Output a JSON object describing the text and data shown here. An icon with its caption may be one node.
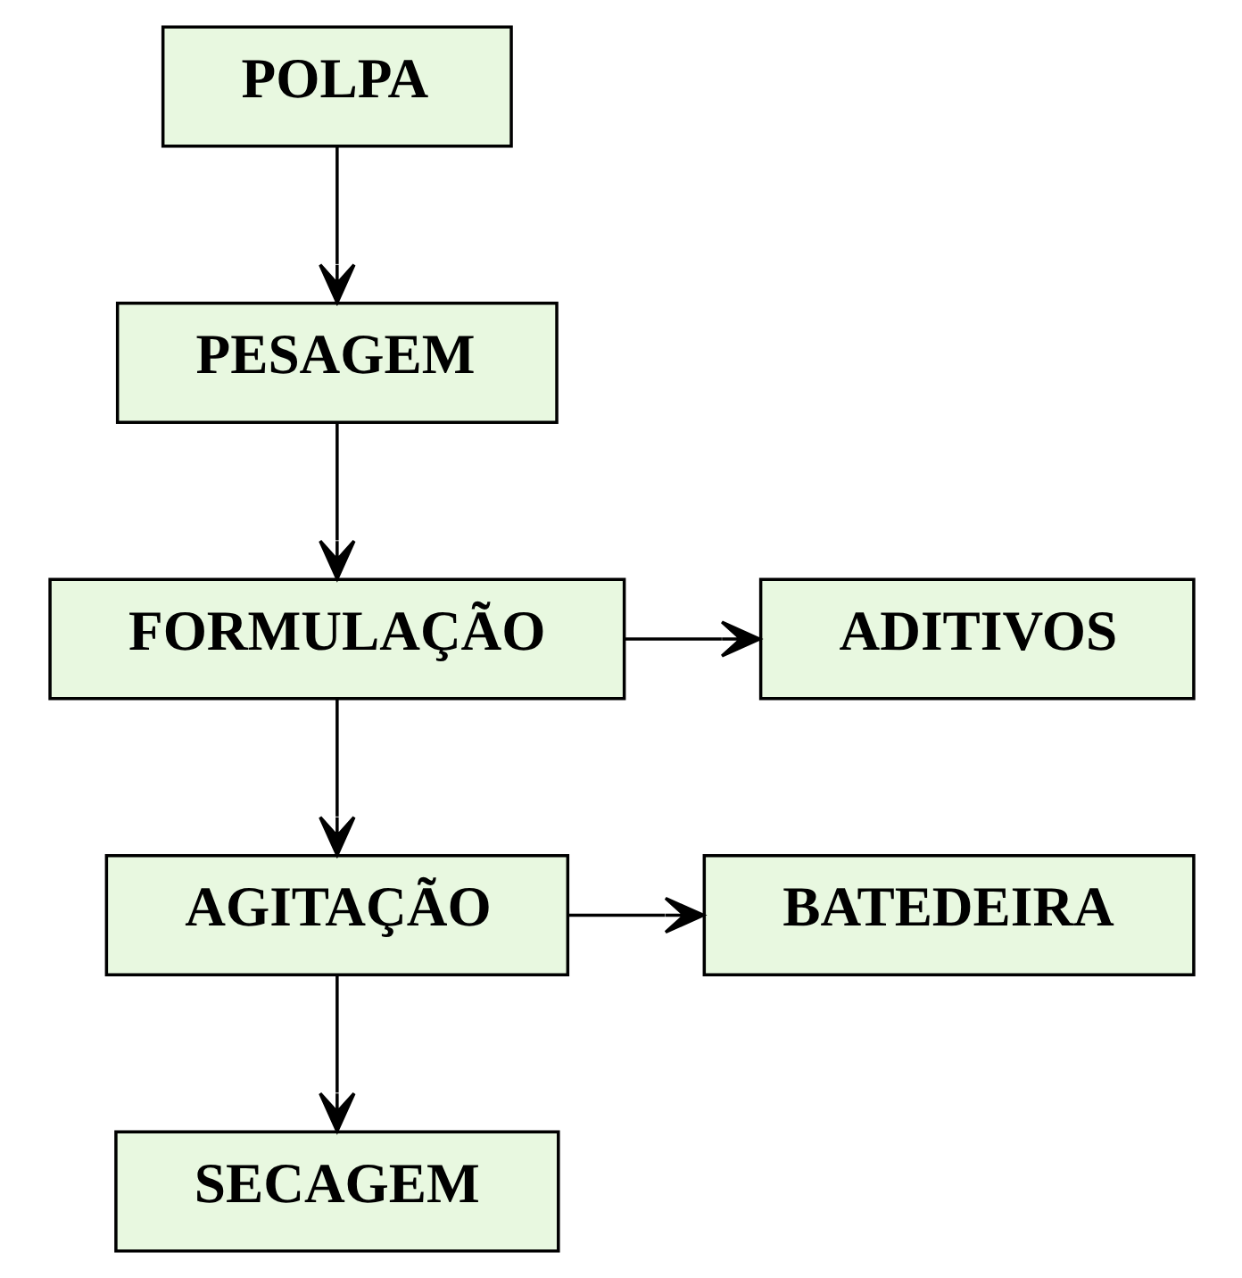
{
  "diagram": {
    "nodes": [
      {
        "text": [
          "POLPA"
        ]
      },
      {
        "text": [
          "PESAGEM"
        ]
      },
      {
        "text": [
          "FORMULAÇÃO"
        ]
      },
      {
        "text": [
          "ADITIVOS"
        ]
      },
      {
        "text": [
          "AGITAÇÃO"
        ]
      },
      {
        "text": [
          "BATEDEIRA"
        ]
      },
      {
        "text": [
          "SECAGEM"
        ]
      }
    ],
    "edges": [
      {
        "from": 0,
        "to": 1,
        "arrow": "to"
      },
      {
        "from": 1,
        "to": 2,
        "arrow": "to"
      },
      {
        "from": 2,
        "to": 3,
        "arrow": "to"
      },
      {
        "from": 2,
        "to": 4,
        "arrow": "to"
      },
      {
        "from": 4,
        "to": 5,
        "arrow": "to"
      },
      {
        "from": 4,
        "to": 6,
        "arrow": "to"
      }
    ]
  }
}
